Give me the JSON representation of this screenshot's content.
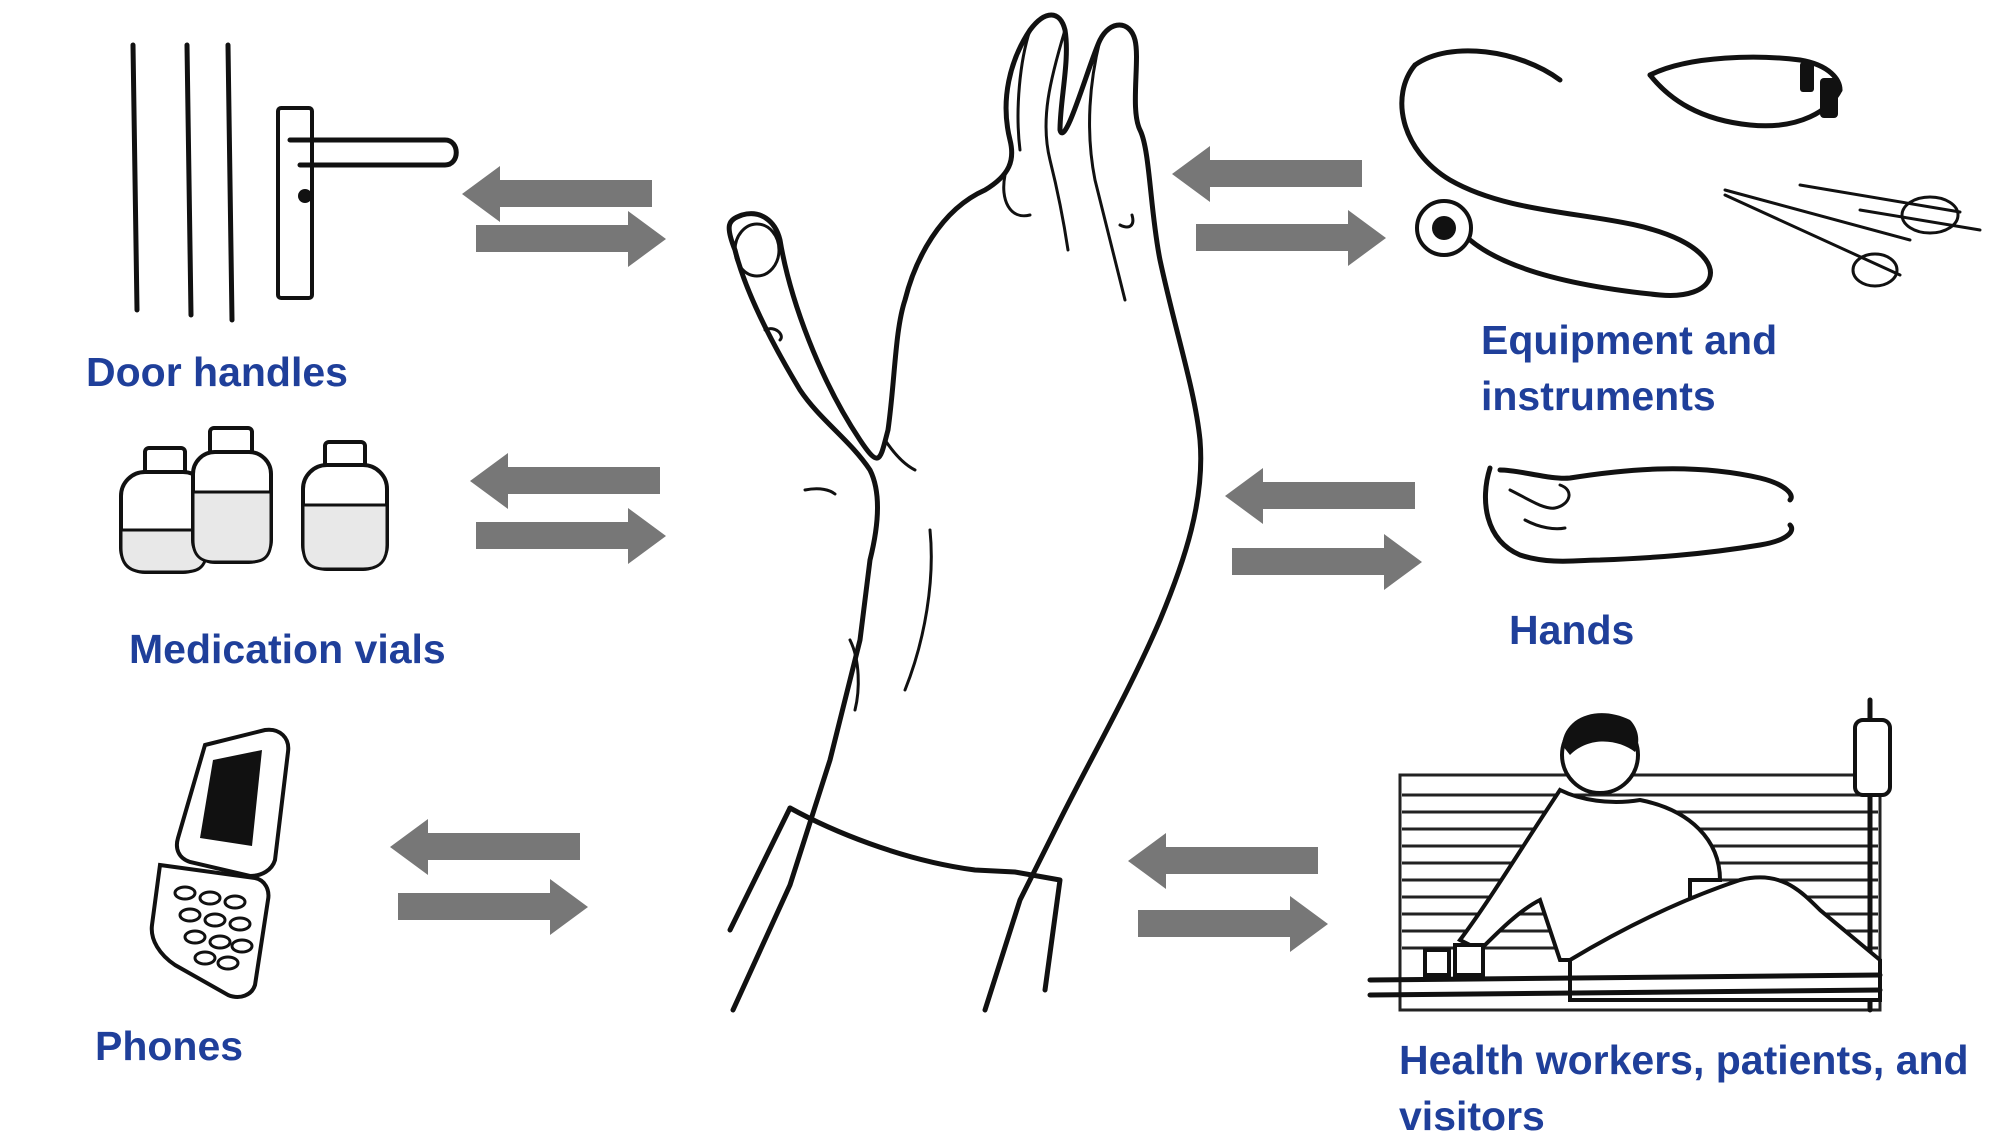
{
  "labels": {
    "door_handles": "Door handles",
    "medication_vials": "Medication vials",
    "phones": "Phones",
    "equipment": "Equipment and instruments",
    "hands": "Hands",
    "health": "Health workers, patients, and visitors"
  },
  "icons": {
    "center": "raised-hand-icon",
    "door": "door-handle-icon",
    "vials": "medication-vials-icon",
    "phone": "flip-phone-icon",
    "equipment": "stethoscope-scissors-icon",
    "hands": "hand-icon",
    "health": "nurse-patient-bed-icon"
  },
  "colors": {
    "label_text": "#1f3f9a",
    "arrows": "#777777"
  }
}
